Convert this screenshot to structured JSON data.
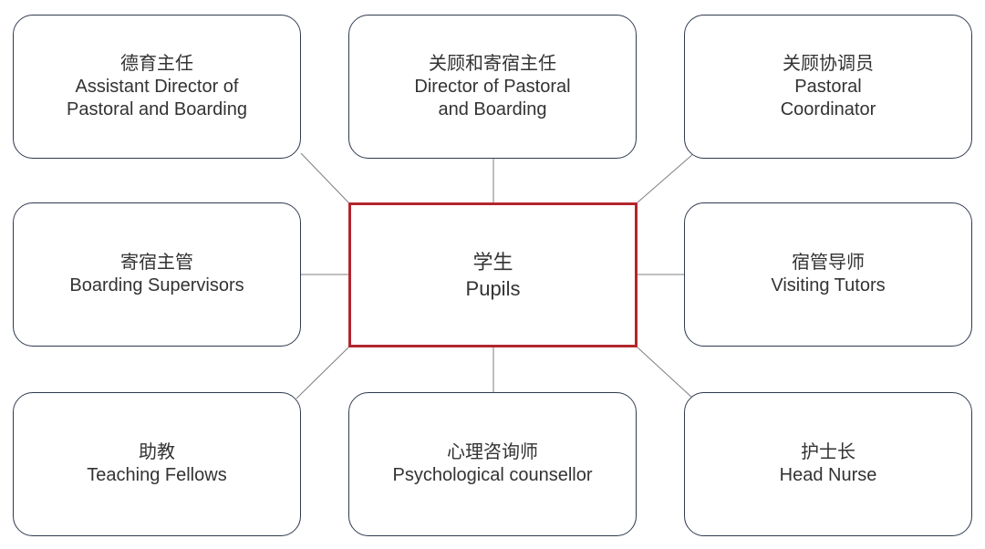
{
  "center": {
    "zh": "学生",
    "en": "Pupils"
  },
  "nodes": [
    {
      "id": "assistant-director",
      "zh": "德育主任",
      "en": "Assistant Director of\nPastoral and Boarding"
    },
    {
      "id": "director",
      "zh": "关顾和寄宿主任",
      "en": "Director of Pastoral\nand Boarding"
    },
    {
      "id": "pastoral-coordinator",
      "zh": "关顾协调员",
      "en": "Pastoral\nCoordinator"
    },
    {
      "id": "boarding-supervisors",
      "zh": "寄宿主管",
      "en": "Boarding Supervisors"
    },
    {
      "id": "visiting-tutors",
      "zh": "宿管导师",
      "en": "Visiting Tutors"
    },
    {
      "id": "teaching-fellows",
      "zh": "助教",
      "en": "Teaching Fellows"
    },
    {
      "id": "psychological-counsellor",
      "zh": "心理咨询师",
      "en": "Psychological counsellor"
    },
    {
      "id": "head-nurse",
      "zh": "护士长",
      "en": "Head Nurse"
    }
  ],
  "colors": {
    "center_border": "#b3262d",
    "node_border": "#2f3a4f",
    "connector": "#7f7f7f",
    "text": "#333333"
  }
}
